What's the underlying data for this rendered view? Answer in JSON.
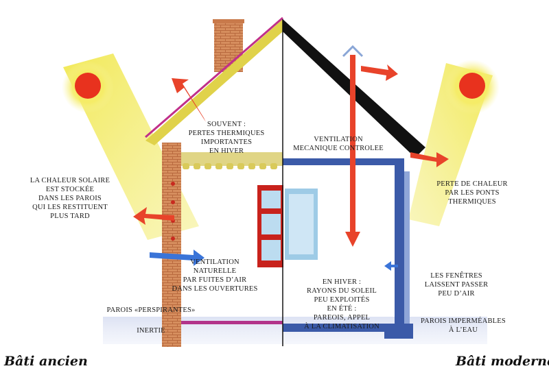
{
  "captions": {
    "left": "Bâti ancien",
    "right": "Bâti moderne"
  },
  "labels": {
    "souvent": [
      "SOUVENT :",
      "PERTES THERMIQUES",
      "IMPORTANTES",
      "EN HIVER"
    ],
    "chaleur_solaire": [
      "LA CHALEUR SOLAIRE",
      "EST STOCKÉE",
      "DANS LES PAROIS",
      "QUI LES RESTITUENT",
      "PLUS TARD"
    ],
    "ventilation_naturelle": [
      "VENTILATION",
      "NATURELLE",
      "PAR FUITES D’AIR",
      "DANS LES OUVERTURES"
    ],
    "parois_perspirantes": [
      "PAROIS «PERSPIRANTES»"
    ],
    "inertie": [
      "INERTIE"
    ],
    "vmc": [
      "VENTILATION",
      "MECANIQUE CONTROLEE"
    ],
    "perte_chaleur": [
      "PERTE DE CHALEUR",
      "PAR LES PONTS",
      "THERMIQUES"
    ],
    "en_hiver": [
      "EN HIVER :",
      "RAYONS DU SOLEIL",
      "PEU EXPLOITÉS",
      "EN ÉTÉ :",
      "PAREOIS, APPEL",
      "À LA CLIMATISATION"
    ],
    "fenetres": [
      "LES FENÊTRES",
      "LAISSENT PASSER",
      "PEU D’AIR"
    ],
    "parois_impermeables": [
      "PAROIS IMPERMÉABLES",
      "À L’EAU"
    ]
  },
  "colors": {
    "sun_core": "#e8321e",
    "sun_glow": "#f3ea5a",
    "arrow_red": "#e8432a",
    "arrow_blue": "#3a74d8",
    "brick": "#d3895c",
    "roof_old": "#e0d24a",
    "roof_new": "#111111",
    "wall_modern": "#3b5aa8",
    "window_frame": "#c8221c",
    "glass": "#bcdcf0",
    "magenta": "#c0308a"
  }
}
